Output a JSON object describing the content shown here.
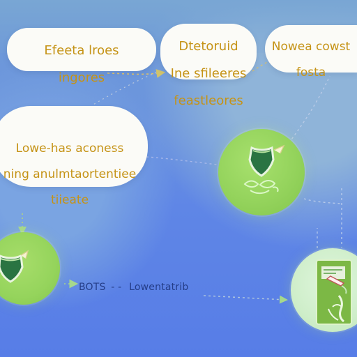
{
  "colors": {
    "background": "#5f86e6",
    "cloud": "#fbfbf7",
    "cloud_text": "#c59316",
    "node_green": "#94d35c",
    "node_light": "#cfeeca",
    "label_text": "#243d87"
  },
  "clouds": [
    {
      "id": "top-left-cloud",
      "lines": [
        "Efeeta lroes",
        "ingores"
      ]
    },
    {
      "id": "top-center-cloud",
      "lines": [
        "Dtetoruid",
        "Ine sfileeres",
        "feastleores"
      ]
    },
    {
      "id": "top-right-cloud",
      "lines": [
        "Nowea cowst",
        "fosta"
      ]
    },
    {
      "id": "left-cloud",
      "lines": [
        "Lowe-has aconess",
        "ning anulmtaortentiee",
        "tiieate"
      ]
    }
  ],
  "nodes": [
    {
      "id": "shield-node",
      "icon": "shield-hands-icon"
    },
    {
      "id": "left-node",
      "icon": "shield-icon"
    },
    {
      "id": "document-node",
      "icon": "document-icon"
    }
  ],
  "bottom_label": {
    "left": "BOTS",
    "separator": "- -",
    "right": "Lowentatrib"
  }
}
